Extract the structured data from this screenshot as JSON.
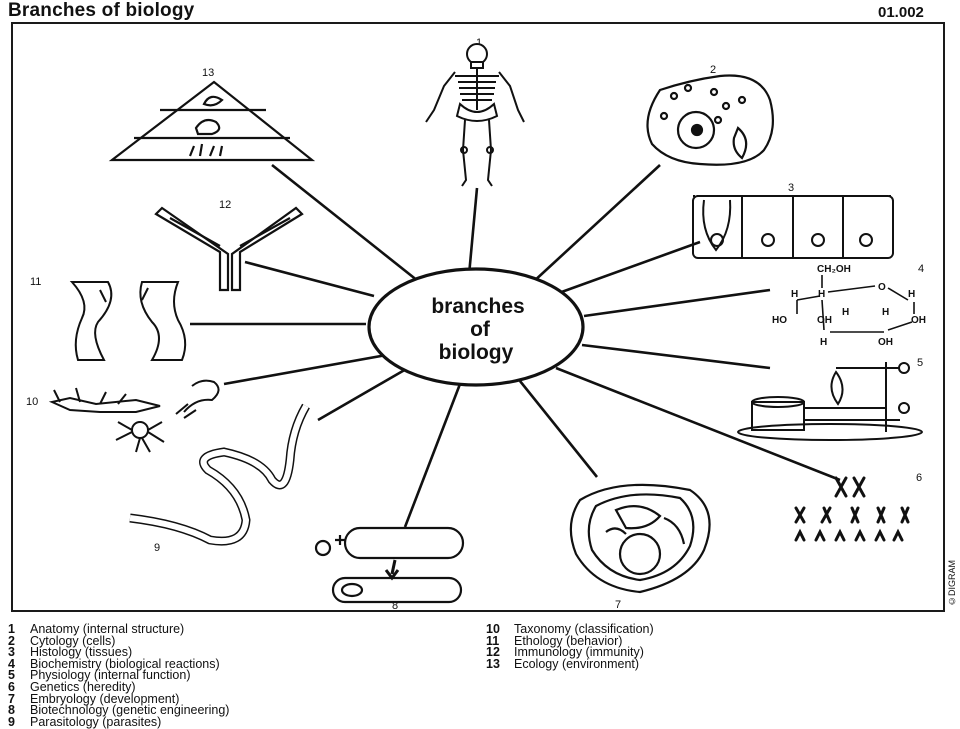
{
  "header": {
    "title": "Branches of biology",
    "code": "01.002"
  },
  "center": {
    "line1": "branches",
    "line2": "of",
    "line3": "biology"
  },
  "numbers": {
    "n1": "1",
    "n2": "2",
    "n3": "3",
    "n4": "4",
    "n5": "5",
    "n6": "6",
    "n7": "7",
    "n8": "8",
    "n9": "9",
    "n10": "10",
    "n11": "11",
    "n12": "12",
    "n13": "13"
  },
  "glucose": {
    "ch2oh": "CH₂OH",
    "o": "O",
    "h": "H",
    "oh": "OH",
    "ho": "HO"
  },
  "legend_left": [
    {
      "num": "1",
      "text": "Anatomy (internal structure)"
    },
    {
      "num": "2",
      "text": "Cytology (cells)"
    },
    {
      "num": "3",
      "text": "Histology (tissues)"
    },
    {
      "num": "4",
      "text": "Biochemistry (biological reactions)"
    },
    {
      "num": "5",
      "text": "Physiology (internal function)"
    },
    {
      "num": "6",
      "text": "Genetics (heredity)"
    },
    {
      "num": "7",
      "text": "Embryology (development)"
    },
    {
      "num": "8",
      "text": "Biotechnology (genetic engineering)"
    },
    {
      "num": "9",
      "text": "Parasitology (parasites)"
    }
  ],
  "legend_right": [
    {
      "num": "10",
      "text": "Taxonomy (classification)"
    },
    {
      "num": "11",
      "text": "Ethology (behavior)"
    },
    {
      "num": "12",
      "text": "Immunology (immunity)"
    },
    {
      "num": "13",
      "text": "Ecology (environment)"
    }
  ],
  "copyright": "©DIGRAM"
}
